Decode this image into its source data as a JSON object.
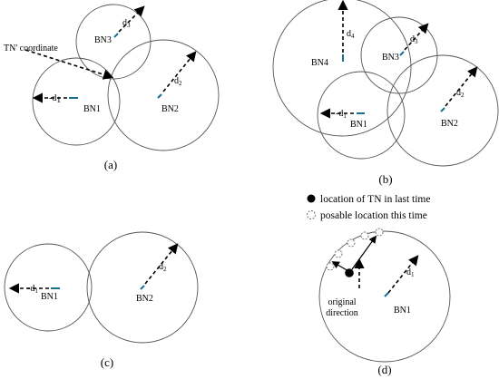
{
  "panel_a": {
    "caption": "(a)",
    "bn1": "BN1",
    "bn2": "BN2",
    "bn3": "BN3",
    "d1_left": "-d",
    "d1_left_sub": "1",
    "d2": "d",
    "d2_sub": "2",
    "d3": "d",
    "d3_sub": "3",
    "tn_label": "TN' coordinate"
  },
  "panel_b": {
    "caption": "(b)",
    "bn1": "BN1",
    "bn2": "BN2",
    "bn3": "BN3",
    "bn4": "BN4",
    "d1_left": "-d",
    "d1_left_sub": "1",
    "d2": "d",
    "d2_sub": "2",
    "d3": "d",
    "d3_sub": "3",
    "d4": "d",
    "d4_sub": "4"
  },
  "panel_c": {
    "caption": "(c)",
    "bn1": "BN1",
    "bn2": "BN2",
    "d1_left": "-d",
    "d1_left_sub": "1",
    "d2": "d",
    "d2_sub": "2"
  },
  "panel_d": {
    "caption": "(d)",
    "bn1": "BN1",
    "d1": "d",
    "d1_sub": "1",
    "original_direction_line1": "original",
    "original_direction_line2": "direction",
    "legend_filled": "location of TN in last time",
    "legend_dotted": "posable location this time"
  }
}
